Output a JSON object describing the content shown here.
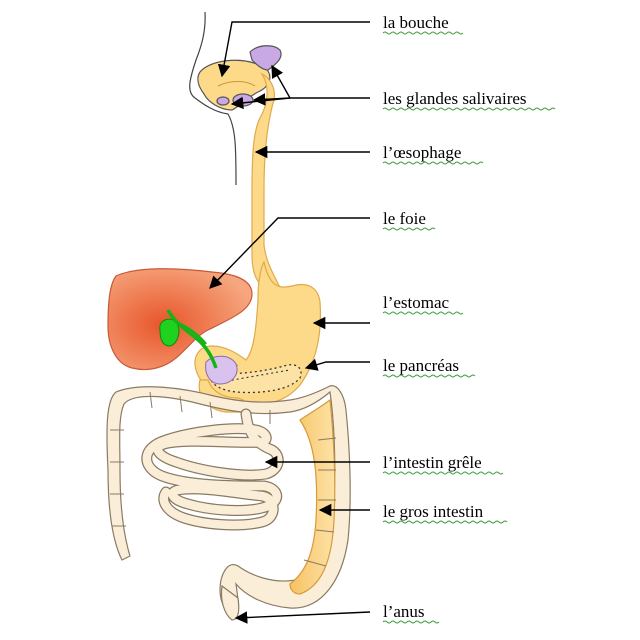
{
  "labels": [
    {
      "id": "bouche",
      "text": "la bouche"
    },
    {
      "id": "glandes",
      "text": "les glandes salivaires"
    },
    {
      "id": "oesophage",
      "text": "l’œsophage"
    },
    {
      "id": "foie",
      "text": "le foie"
    },
    {
      "id": "estomac",
      "text": "l’estomac"
    },
    {
      "id": "pancreas",
      "text": "le pancréas"
    },
    {
      "id": "intestin_grele",
      "text": "l’intestin grêle"
    },
    {
      "id": "gros_intestin",
      "text": "le gros intestin"
    },
    {
      "id": "anus",
      "text": "l’anus"
    }
  ],
  "colors": {
    "digestive_tract": "#fdd98a",
    "tract_outline": "#e0a94a",
    "liver": "#f28b5a",
    "liver_center": "#e8552a",
    "gallbladder": "#1fd21f",
    "salivary_gland": "#c9a8e6",
    "intestine": "#fbeed9",
    "spellcheck_underline": "#3a9a3a"
  }
}
